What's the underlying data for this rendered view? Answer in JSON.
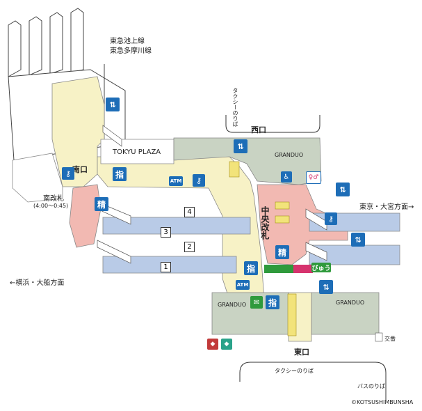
{
  "lines": {
    "tokyu_ikegami": "東急池上線",
    "tokyu_tamagawa": "東急多摩川線"
  },
  "exits": {
    "west": "西口",
    "south": "南口",
    "east": "東口"
  },
  "gates": {
    "south_gate": "南改札",
    "south_gate_hours": "(4:00〜0:45)",
    "central_gate": "中央改札"
  },
  "buildings": {
    "tokyu_plaza": "TOKYU PLAZA",
    "granduo_nw": "GRANDUO",
    "granduo_sw": "GRANDUO",
    "granduo_se": "GRANDUO"
  },
  "directions": {
    "tokyo_omiya": "東京・大宮方面→",
    "yokohama_ofuna": "←横浜・大船方面"
  },
  "taxi": {
    "west_taxi": "タクシーのりば",
    "east_taxi": "タクシーのりば",
    "bus": "バスのりば"
  },
  "platforms": [
    "1",
    "2",
    "3",
    "4"
  ],
  "icons": {
    "atm": "ATM",
    "shitei": "指",
    "seisan": "精",
    "view": "びゅう",
    "koban": "交番"
  },
  "copyright": "©KOTSUSHIMBUNSHA",
  "colors": {
    "concourse": "#f7f2c6",
    "platform": "#b9cbe7",
    "gate_area": "#f2b9b2",
    "building": "#c9d3c3",
    "icon_blue": "#1d6db7",
    "green_bar": "#2f9a3c",
    "pink_bar": "#d6336e"
  }
}
